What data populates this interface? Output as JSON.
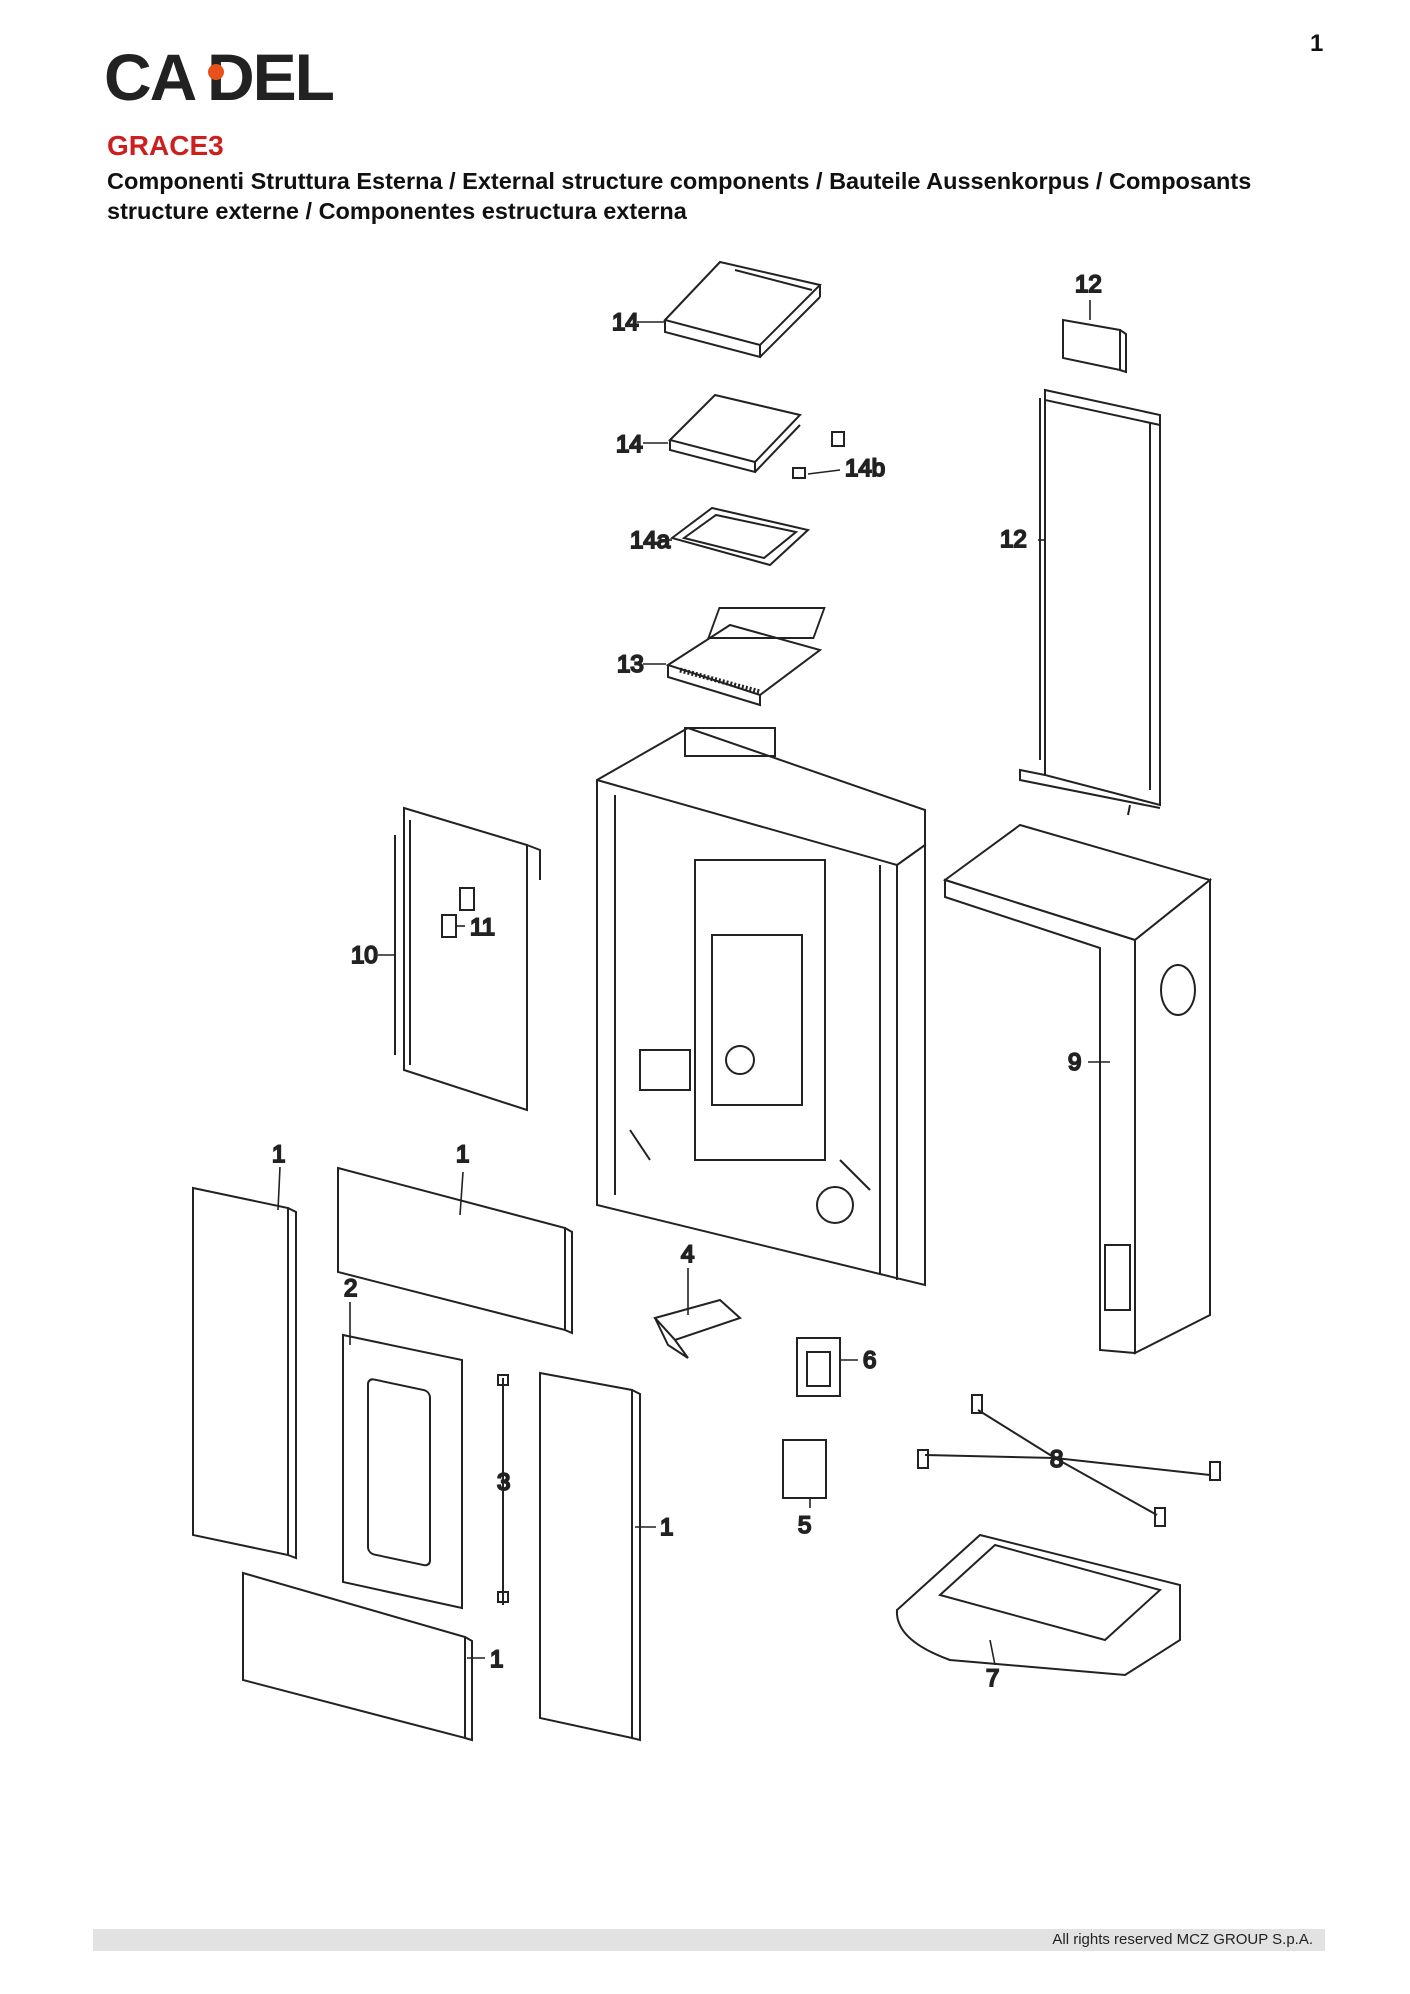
{
  "header": {
    "brand": "CADEL",
    "page_number": "1",
    "model": "GRACE3",
    "subtitle": "Componenti Struttura Esterna / External structure components / Bauteile Aussenkorpus / Composants structure externe / Componentes estructura externa"
  },
  "colors": {
    "brand_accent": "#e8501e",
    "model_title": "#cc1f1f",
    "footer_bar": "#e2e2e2"
  },
  "part_labels": {
    "p14_top": "14",
    "p12_top": "12",
    "p14_mid": "14",
    "p14b": "14b",
    "p14a": "14a",
    "p12_side": "12",
    "p13": "13",
    "p11": "11",
    "p10": "10",
    "p9": "9",
    "p1_left": "1",
    "p1_top": "1",
    "p2": "2",
    "p4": "4",
    "p6": "6",
    "p3": "3",
    "p8": "8",
    "p5": "5",
    "p1_right": "1",
    "p1_bottom": "1",
    "p7": "7"
  },
  "footer": {
    "copyright": "All rights reserved MCZ GROUP S.p.A."
  }
}
